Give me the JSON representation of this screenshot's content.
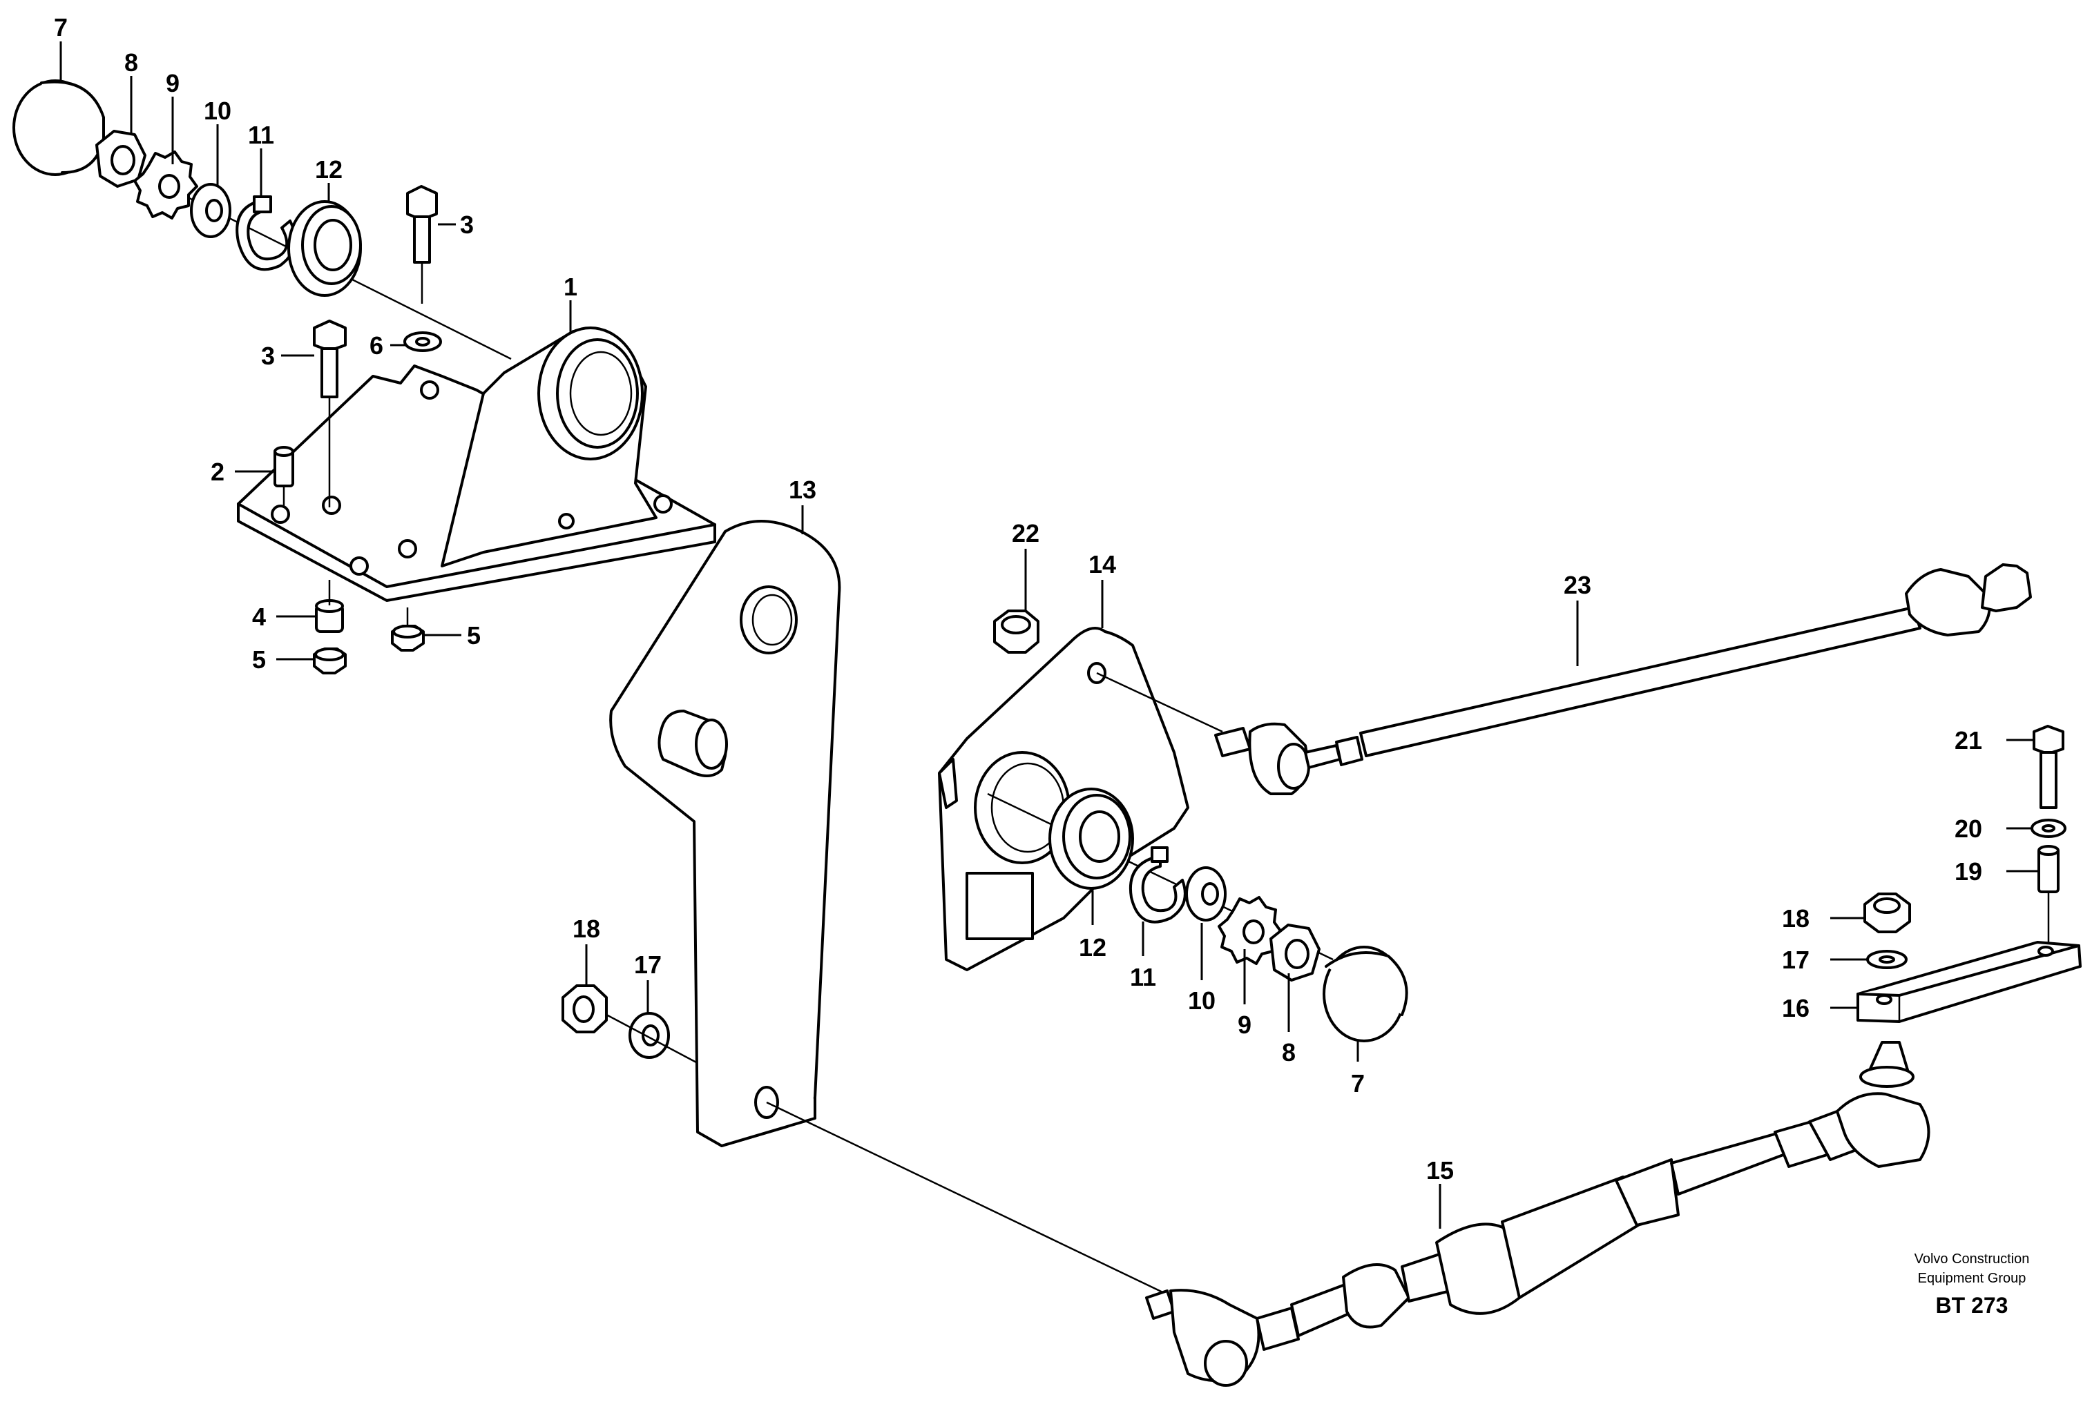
{
  "callouts": [
    {
      "id": "c7a",
      "text": "7"
    },
    {
      "id": "c8a",
      "text": "8"
    },
    {
      "id": "c9a",
      "text": "9"
    },
    {
      "id": "c10a",
      "text": "10"
    },
    {
      "id": "c11a",
      "text": "11"
    },
    {
      "id": "c12a",
      "text": "12"
    },
    {
      "id": "c3a",
      "text": "3"
    },
    {
      "id": "c1",
      "text": "1"
    },
    {
      "id": "c3b",
      "text": "3"
    },
    {
      "id": "c6",
      "text": "6"
    },
    {
      "id": "c2",
      "text": "2"
    },
    {
      "id": "c4",
      "text": "4"
    },
    {
      "id": "c5a",
      "text": "5"
    },
    {
      "id": "c5b",
      "text": "5"
    },
    {
      "id": "c13",
      "text": "13"
    },
    {
      "id": "c22",
      "text": "22"
    },
    {
      "id": "c14",
      "text": "14"
    },
    {
      "id": "c23",
      "text": "23"
    },
    {
      "id": "c21",
      "text": "21"
    },
    {
      "id": "c20",
      "text": "20"
    },
    {
      "id": "c19",
      "text": "19"
    },
    {
      "id": "c18a",
      "text": "18"
    },
    {
      "id": "c17a",
      "text": "17"
    },
    {
      "id": "c16",
      "text": "16"
    },
    {
      "id": "c18b",
      "text": "18"
    },
    {
      "id": "c17b",
      "text": "17"
    },
    {
      "id": "c12b",
      "text": "12"
    },
    {
      "id": "c11b",
      "text": "11"
    },
    {
      "id": "c10b",
      "text": "10"
    },
    {
      "id": "c9b",
      "text": "9"
    },
    {
      "id": "c8b",
      "text": "8"
    },
    {
      "id": "c7b",
      "text": "7"
    },
    {
      "id": "c15",
      "text": "15"
    }
  ],
  "footer": {
    "line1": "Volvo Construction",
    "line2": "Equipment Group",
    "code": "BT 273"
  }
}
